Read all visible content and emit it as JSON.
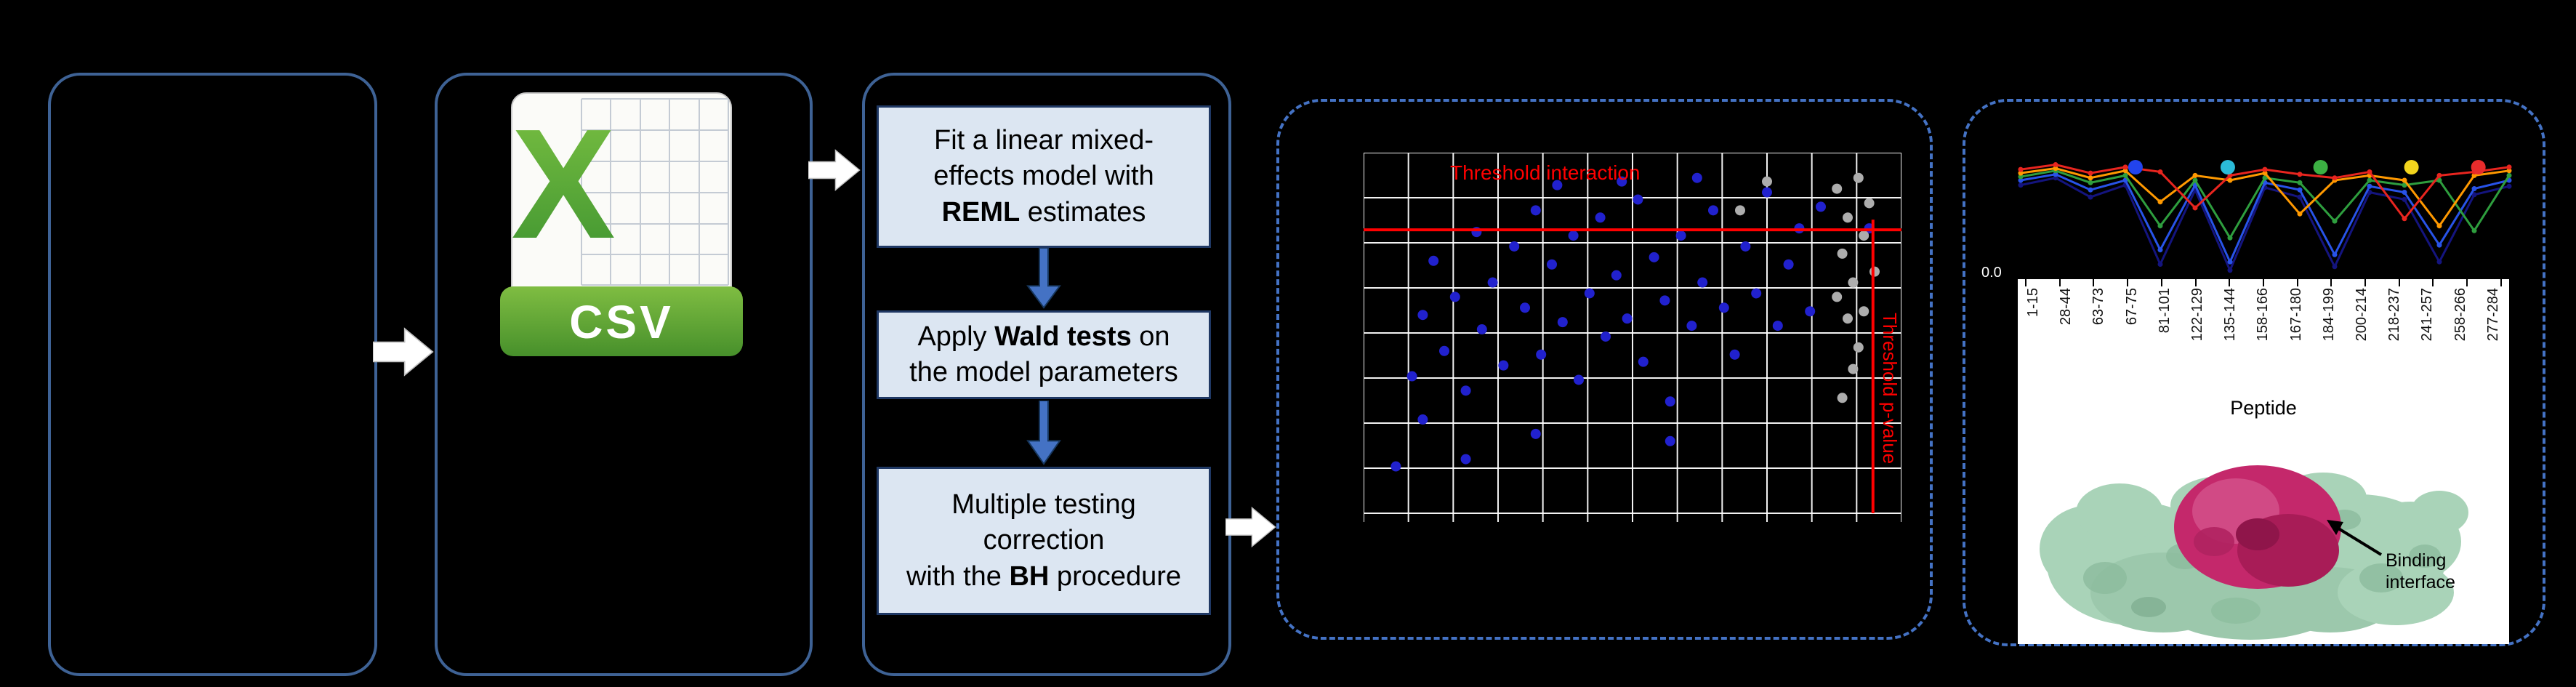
{
  "colors": {
    "background": "#000000",
    "solid_panel_border": "#3E6295",
    "dashed_panel_border": "#4472C4",
    "process_box_fill": "#DCE6F2",
    "threshold_red": "#FF0000",
    "scatter_point_blue": "#2121CE",
    "scatter_point_gray": "#ADADAD",
    "csv_green": "#4E9A2D"
  },
  "panel2": {
    "csv_icon": {
      "x_letter": "X",
      "format_label": "CSV"
    }
  },
  "panel3": {
    "boxes": [
      {
        "lines": [
          [
            {
              "t": "Fit a linear mixed-"
            }
          ],
          [
            {
              "t": "effects model with"
            }
          ],
          [
            {
              "t": "REML",
              "b": true
            },
            {
              "t": " estimates"
            }
          ]
        ]
      },
      {
        "lines": [
          [
            {
              "t": "Apply "
            },
            {
              "t": "Wald tests",
              "b": true
            },
            {
              "t": " on"
            }
          ],
          [
            {
              "t": "the model parameters"
            }
          ]
        ]
      },
      {
        "lines": [
          [
            {
              "t": "Multiple testing"
            }
          ],
          [
            {
              "t": "correction"
            }
          ],
          [
            {
              "t": "with the "
            },
            {
              "t": "BH",
              "b": true
            },
            {
              "t": " procedure"
            }
          ]
        ]
      }
    ]
  },
  "panel4": {
    "hline_label": "Threshold interaction",
    "vline_label": "Threshold p-value",
    "chart_data": {
      "type": "scatter",
      "grid": {
        "cols": 12,
        "rows": 8
      },
      "threshold_hline_y_pct": 21.4,
      "threshold_vline_x_pct": 94.7,
      "series": [
        {
          "name": "interaction points (blue)",
          "color": "#2121CE",
          "marker_radius": 7,
          "points_pct": [
            [
              6,
              87
            ],
            [
              9,
              62
            ],
            [
              11,
              45
            ],
            [
              13,
              30
            ],
            [
              15,
              55
            ],
            [
              17,
              40
            ],
            [
              19,
              66
            ],
            [
              21,
              22
            ],
            [
              22,
              49
            ],
            [
              24,
              36
            ],
            [
              26,
              59
            ],
            [
              28,
              26
            ],
            [
              30,
              43
            ],
            [
              32,
              16
            ],
            [
              33,
              56
            ],
            [
              35,
              31
            ],
            [
              37,
              47
            ],
            [
              39,
              23
            ],
            [
              40,
              63
            ],
            [
              42,
              39
            ],
            [
              44,
              18
            ],
            [
              45,
              51
            ],
            [
              47,
              34
            ],
            [
              49,
              46
            ],
            [
              51,
              13
            ],
            [
              52,
              58
            ],
            [
              54,
              29
            ],
            [
              56,
              41
            ],
            [
              57,
              69
            ],
            [
              59,
              23
            ],
            [
              61,
              48
            ],
            [
              63,
              36
            ],
            [
              65,
              16
            ],
            [
              67,
              43
            ],
            [
              69,
              56
            ],
            [
              71,
              26
            ],
            [
              73,
              39
            ],
            [
              75,
              11
            ],
            [
              77,
              48
            ],
            [
              79,
              31
            ],
            [
              81,
              21
            ],
            [
              83,
              44
            ],
            [
              85,
              15
            ],
            [
              57,
              80
            ],
            [
              32,
              78
            ],
            [
              11,
              74
            ],
            [
              19,
              85
            ],
            [
              48,
              8
            ],
            [
              36,
              9
            ],
            [
              62,
              7
            ],
            [
              94,
              21
            ]
          ]
        },
        {
          "name": "non-significant points (gray)",
          "color": "#ADADAD",
          "marker_radius": 7,
          "points_pct": [
            [
              88,
              10
            ],
            [
              90,
              18
            ],
            [
              92,
              7
            ],
            [
              89,
              28
            ],
            [
              91,
              36
            ],
            [
              93,
              23
            ],
            [
              90,
              46
            ],
            [
              92,
              54
            ],
            [
              88,
              40
            ],
            [
              94,
              14
            ],
            [
              91,
              60
            ],
            [
              89,
              68
            ],
            [
              95,
              33
            ],
            [
              93,
              44
            ],
            [
              75,
              8
            ],
            [
              70,
              16
            ]
          ]
        }
      ]
    }
  },
  "panel5": {
    "profile_chart": {
      "type": "line",
      "ytick_label": "0.0",
      "x_count": 15,
      "legend_dots": [
        {
          "color": "#2244EE",
          "x_frac": 0.235
        },
        {
          "color": "#2BBBD8",
          "x_frac": 0.424
        },
        {
          "color": "#3CB043",
          "x_frac": 0.614
        },
        {
          "color": "#F2D41D",
          "x_frac": 0.8
        },
        {
          "color": "#E82C2C",
          "x_frac": 0.937
        }
      ],
      "series": [
        {
          "name": "navy line",
          "color": "#14147E",
          "values": [
            0.76,
            0.82,
            0.66,
            0.76,
            0.1,
            0.72,
            0.05,
            0.74,
            0.66,
            0.08,
            0.7,
            0.64,
            0.12,
            0.68,
            0.75
          ]
        },
        {
          "name": "blue line",
          "color": "#2853E8",
          "values": [
            0.8,
            0.85,
            0.72,
            0.8,
            0.22,
            0.76,
            0.12,
            0.78,
            0.72,
            0.18,
            0.75,
            0.7,
            0.26,
            0.73,
            0.8
          ]
        },
        {
          "name": "green line",
          "color": "#2E9E3E",
          "values": [
            0.83,
            0.88,
            0.78,
            0.84,
            0.42,
            0.8,
            0.32,
            0.82,
            0.78,
            0.46,
            0.8,
            0.76,
            0.8,
            0.38,
            0.84
          ]
        },
        {
          "name": "orange line",
          "color": "#FF9900",
          "values": [
            0.86,
            0.9,
            0.82,
            0.88,
            0.62,
            0.84,
            0.8,
            0.86,
            0.52,
            0.8,
            0.84,
            0.8,
            0.42,
            0.84,
            0.88
          ]
        },
        {
          "name": "red line",
          "color": "#E8251F",
          "values": [
            0.89,
            0.93,
            0.86,
            0.91,
            0.87,
            0.57,
            0.84,
            0.89,
            0.85,
            0.82,
            0.87,
            0.48,
            0.84,
            0.87,
            0.91
          ]
        }
      ]
    },
    "peptide_axis": {
      "labels": [
        "1-15",
        "28-44",
        "63-73",
        "67-75",
        "81-101",
        "122-129",
        "135-144",
        "158-166",
        "167-180",
        "184-199",
        "200-214",
        "218-237",
        "241-257",
        "258-266",
        "277-284"
      ],
      "title": "Peptide"
    },
    "annotation_label": "Binding interface"
  }
}
